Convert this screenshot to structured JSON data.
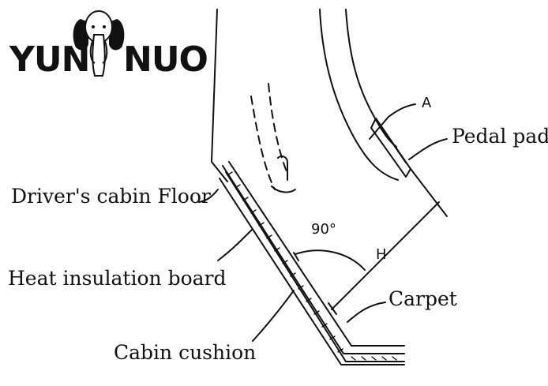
{
  "logo": {
    "text_left": "YUN",
    "text_right": "NUO",
    "icon": "elephant-icon",
    "color": "#111111"
  },
  "labels": {
    "a": "A",
    "pedal_pad": "Pedal pad",
    "floor": "Driver's cabin Floor",
    "angle": "90°",
    "h": "H",
    "heat_board": "Heat insulation board",
    "carpet": "Carpet",
    "cushion": "Cabin cushion"
  },
  "colors": {
    "ink": "#111111",
    "background": "#ffffff"
  }
}
